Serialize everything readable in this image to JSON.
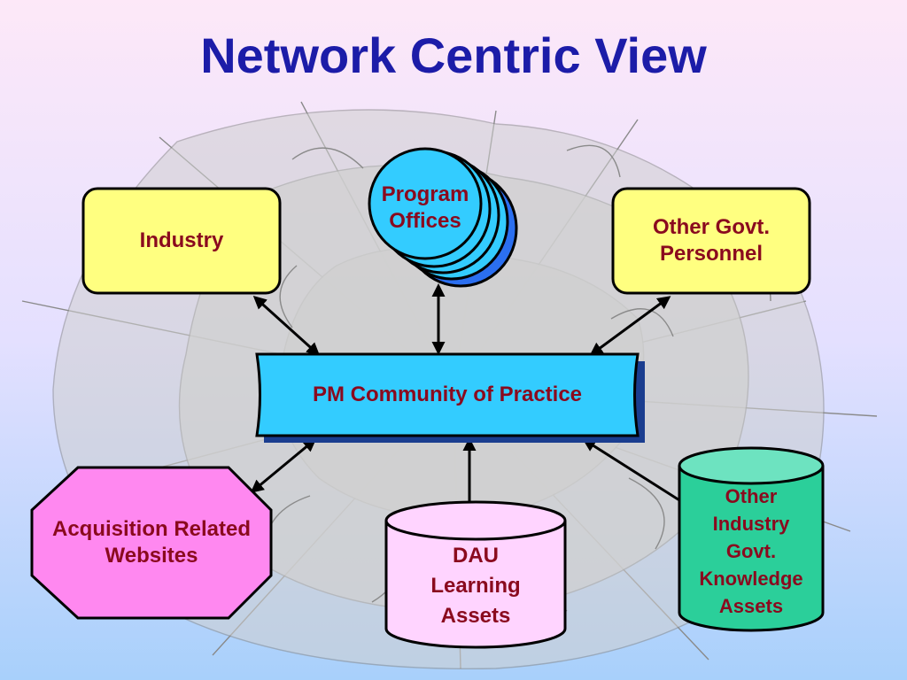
{
  "title": "Network Centric View",
  "nodes": {
    "program_offices": "Program\nOffices",
    "industry": "Industry",
    "other_govt": "Other Govt.\nPersonnel",
    "pm_community": "PM Community of Practice",
    "acquisition": "Acquisition Related\nWebsites",
    "dau": "DAU\nLearning\nAssets",
    "other_industry": "Other\nIndustry\nGovt.\nKnowledge\nAssets"
  },
  "colors": {
    "title": "#1c1ca8",
    "label": "#8a0a1e",
    "yellow_box": "#ffff80",
    "cyan": "#33ccff",
    "pink_oct": "#ff88f0",
    "pink_cyl": "#ffd4ff",
    "green_cyl": "#2bcf9a"
  }
}
